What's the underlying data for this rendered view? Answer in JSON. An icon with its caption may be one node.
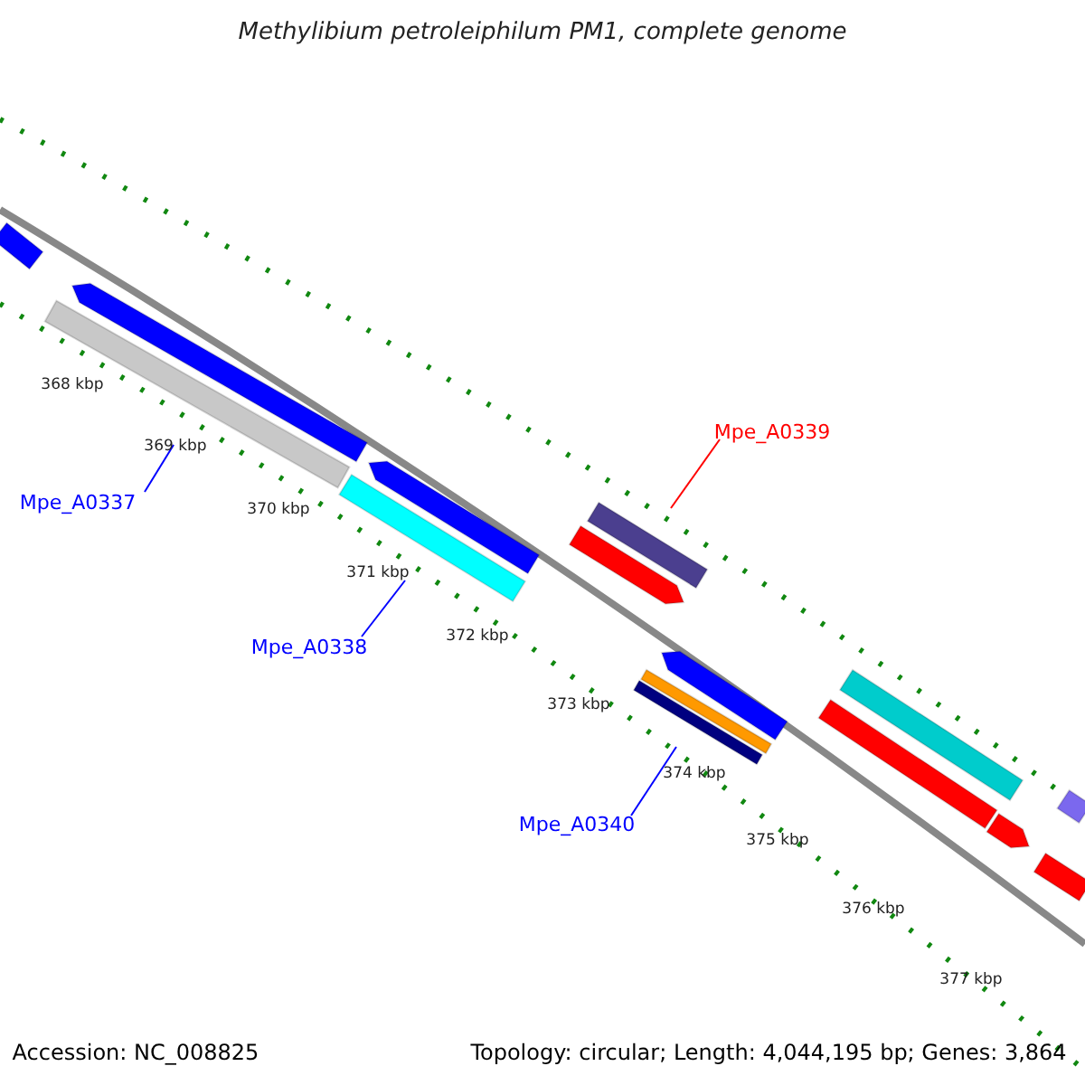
{
  "diagram": {
    "title": "Methylibium petroleiphilum PM1, complete genome",
    "nodes": [
      {
        "text": [
          "Mpe_A0337"
        ]
      },
      {
        "text": [],
        "shape": "bar"
      },
      {
        "text": [
          "Mpe_A0338"
        ]
      },
      {
        "text": [],
        "shape": "bar"
      },
      {
        "text": [
          "Mpe_A0339"
        ]
      },
      {
        "text": [],
        "shape": "bar"
      },
      {
        "text": [
          "Mpe_A0340"
        ]
      },
      {
        "text": [],
        "shape": "bar"
      },
      {
        "text": [],
        "shape": "bar"
      },
      {
        "text": [],
        "shape": "bar"
      },
      {
        "text": [],
        "shape": "bar"
      },
      {
        "text": [],
        "shape": "bar"
      },
      {
        "text": [],
        "shape": "bar"
      },
      {
        "text": [],
        "shape": "bar"
      },
      {
        "text": [],
        "shape": "bar"
      },
      {
        "text": [],
        "shape": "bar"
      },
      {
        "text": [],
        "shape": "bar"
      },
      {
        "text": [],
        "shape": "bar"
      },
      {
        "text": [],
        "shape": "bar"
      }
    ],
    "edges": [
      {
        "from": 0,
        "to": 1,
        "arrow": "none"
      },
      {
        "from": 2,
        "to": 3,
        "arrow": "none"
      },
      {
        "from": 4,
        "to": 5,
        "arrow": "none",
        "color": "#ff0000"
      },
      {
        "from": 6,
        "to": 7,
        "arrow": "none"
      }
    ],
    "labels": [
      "368 kbp",
      "369 kbp",
      "370 kbp",
      "371 kbp",
      "372 kbp",
      "373 kbp",
      "374 kbp",
      "375 kbp",
      "376 kbp",
      "377 kbp",
      "Accession: NC_008825",
      "Topology: circular; Length: 4,044,195 bp; Genes: 3,864"
    ]
  }
}
